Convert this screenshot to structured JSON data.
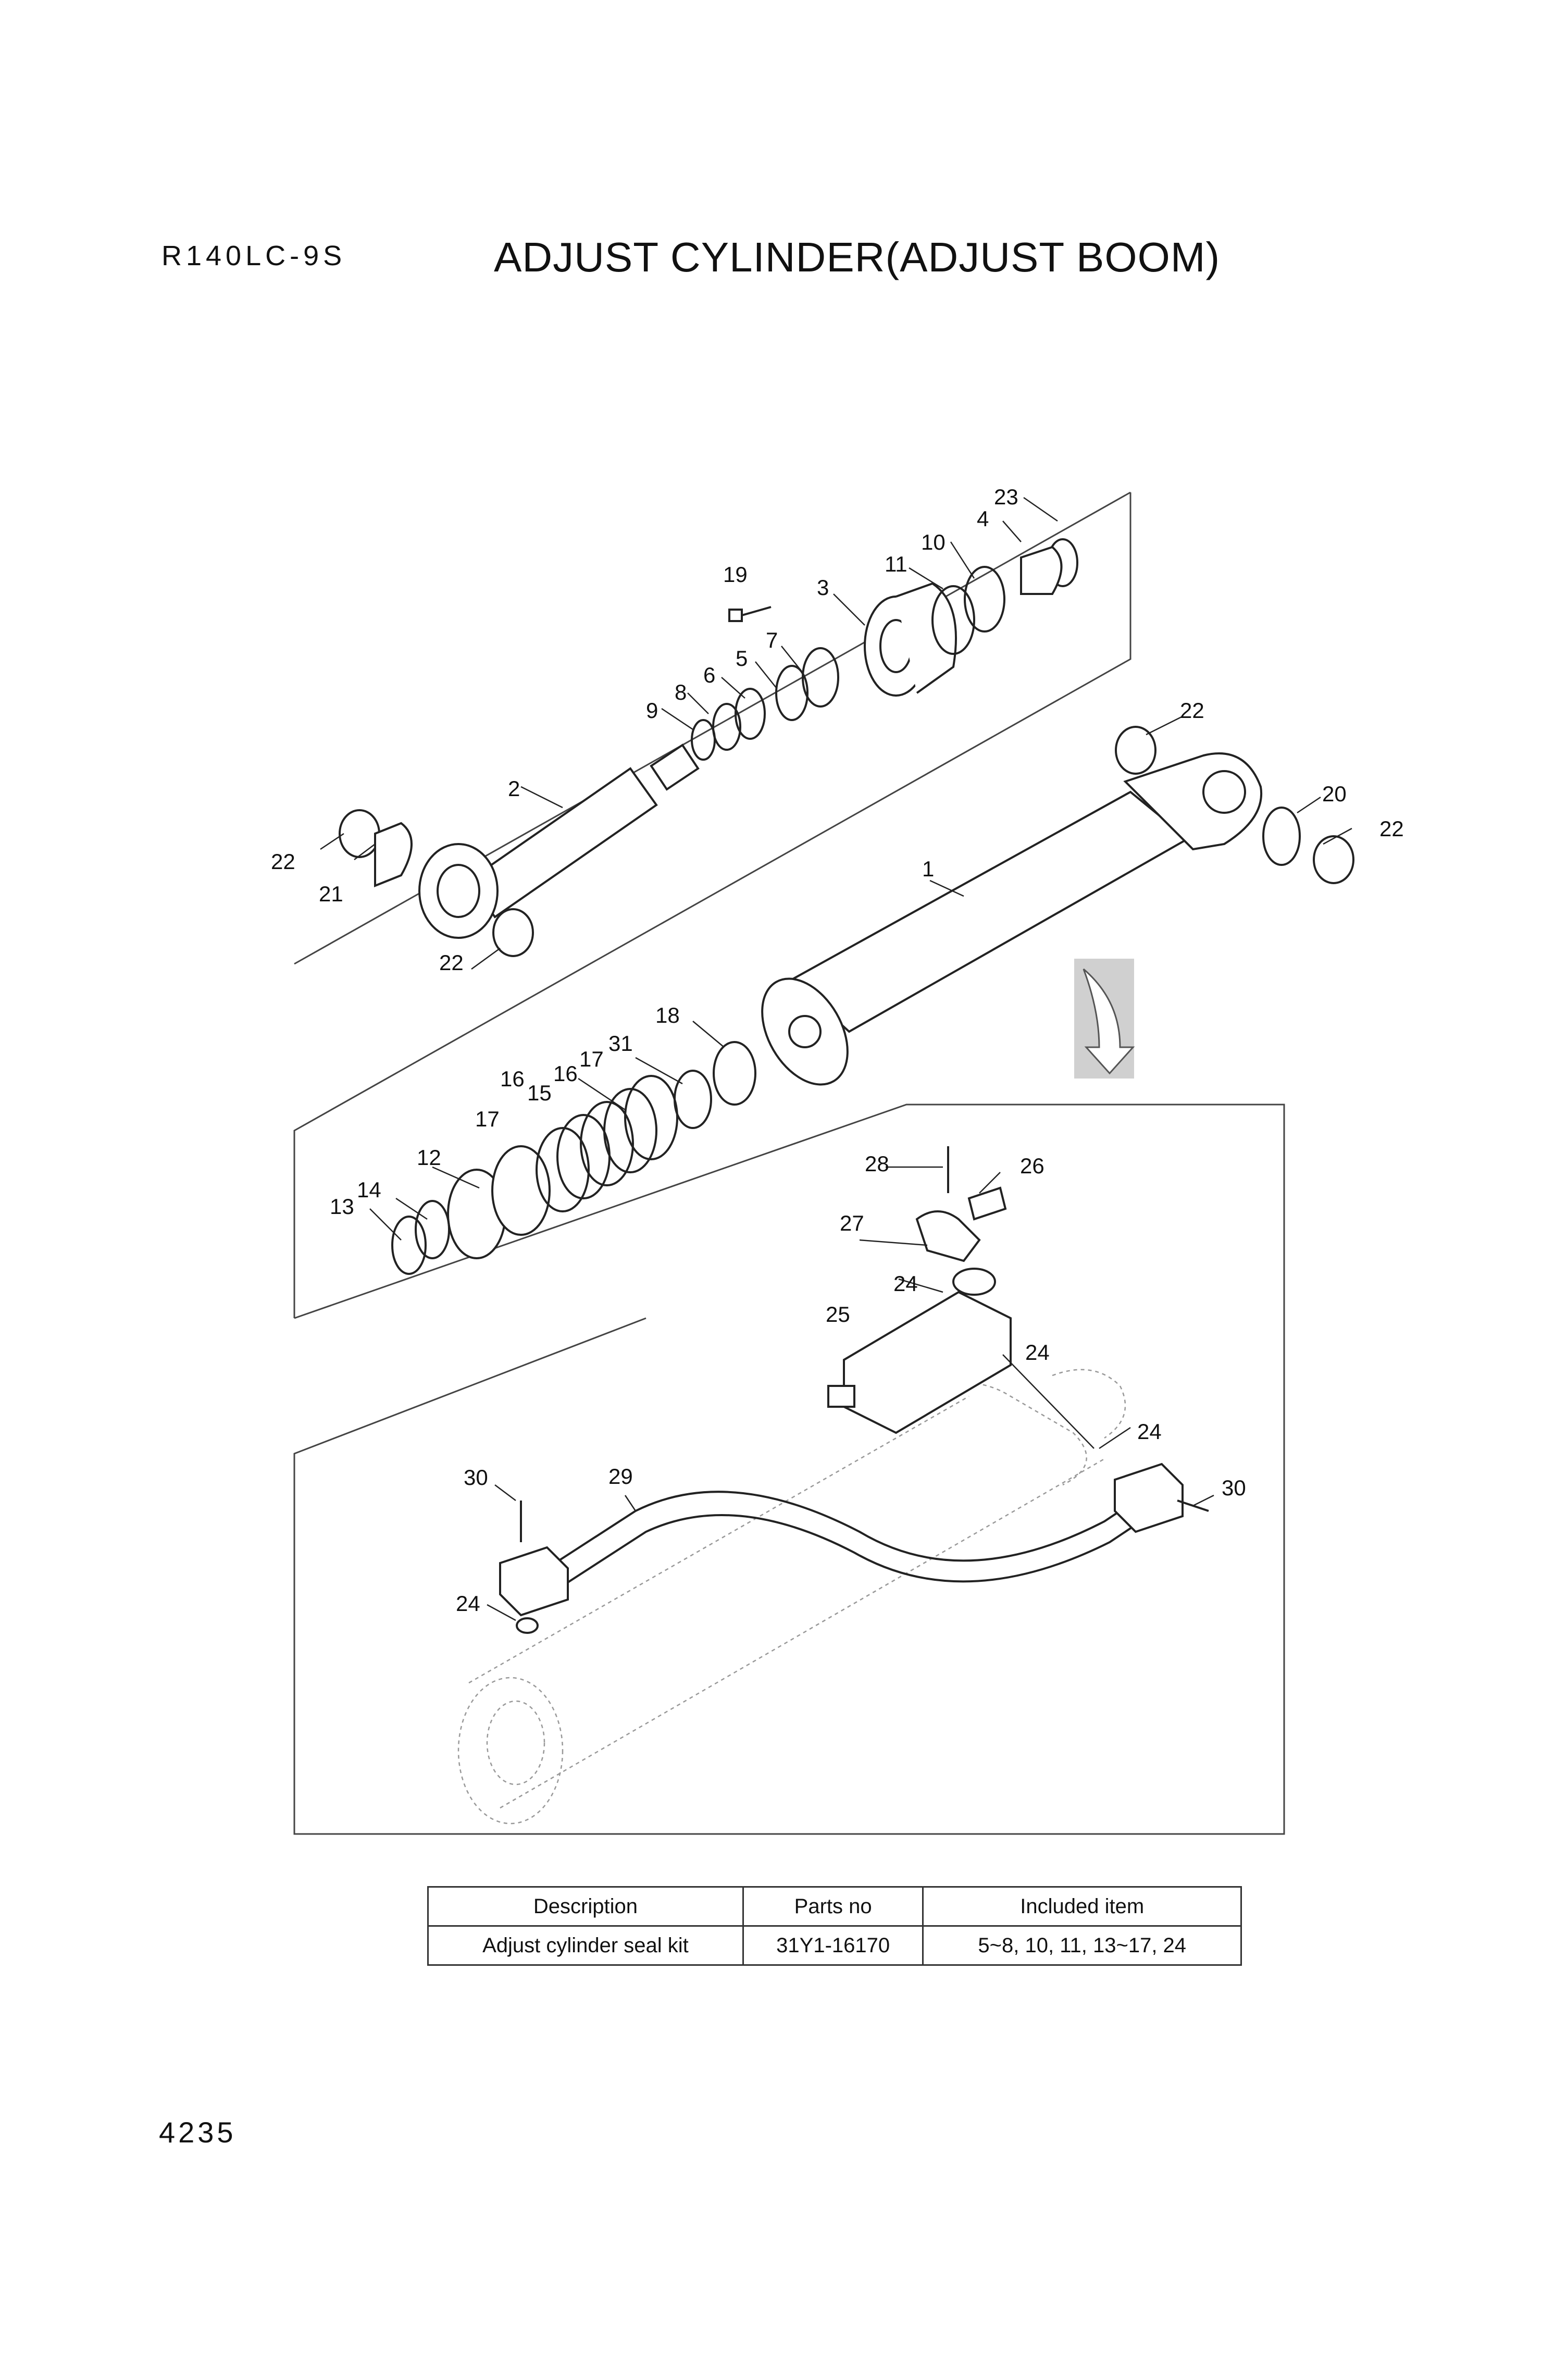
{
  "header": {
    "model": "R140LC-9S",
    "title": "ADJUST CYLINDER(ADJUST BOOM)"
  },
  "callouts": [
    "1",
    "2",
    "3",
    "4",
    "5",
    "6",
    "7",
    "8",
    "9",
    "10",
    "11",
    "12",
    "13",
    "14",
    "15",
    "16",
    "17",
    "18",
    "19",
    "20",
    "21",
    "22",
    "23",
    "24",
    "25",
    "26",
    "27",
    "28",
    "29",
    "30",
    "31"
  ],
  "kit_table": {
    "headers": [
      "Description",
      "Parts no",
      "Included item"
    ],
    "rows": [
      [
        "Adjust cylinder seal kit",
        "31Y1-16170",
        "5~8, 10, 11, 13~17, 24"
      ]
    ]
  },
  "footer": {
    "page_number": "4235"
  }
}
